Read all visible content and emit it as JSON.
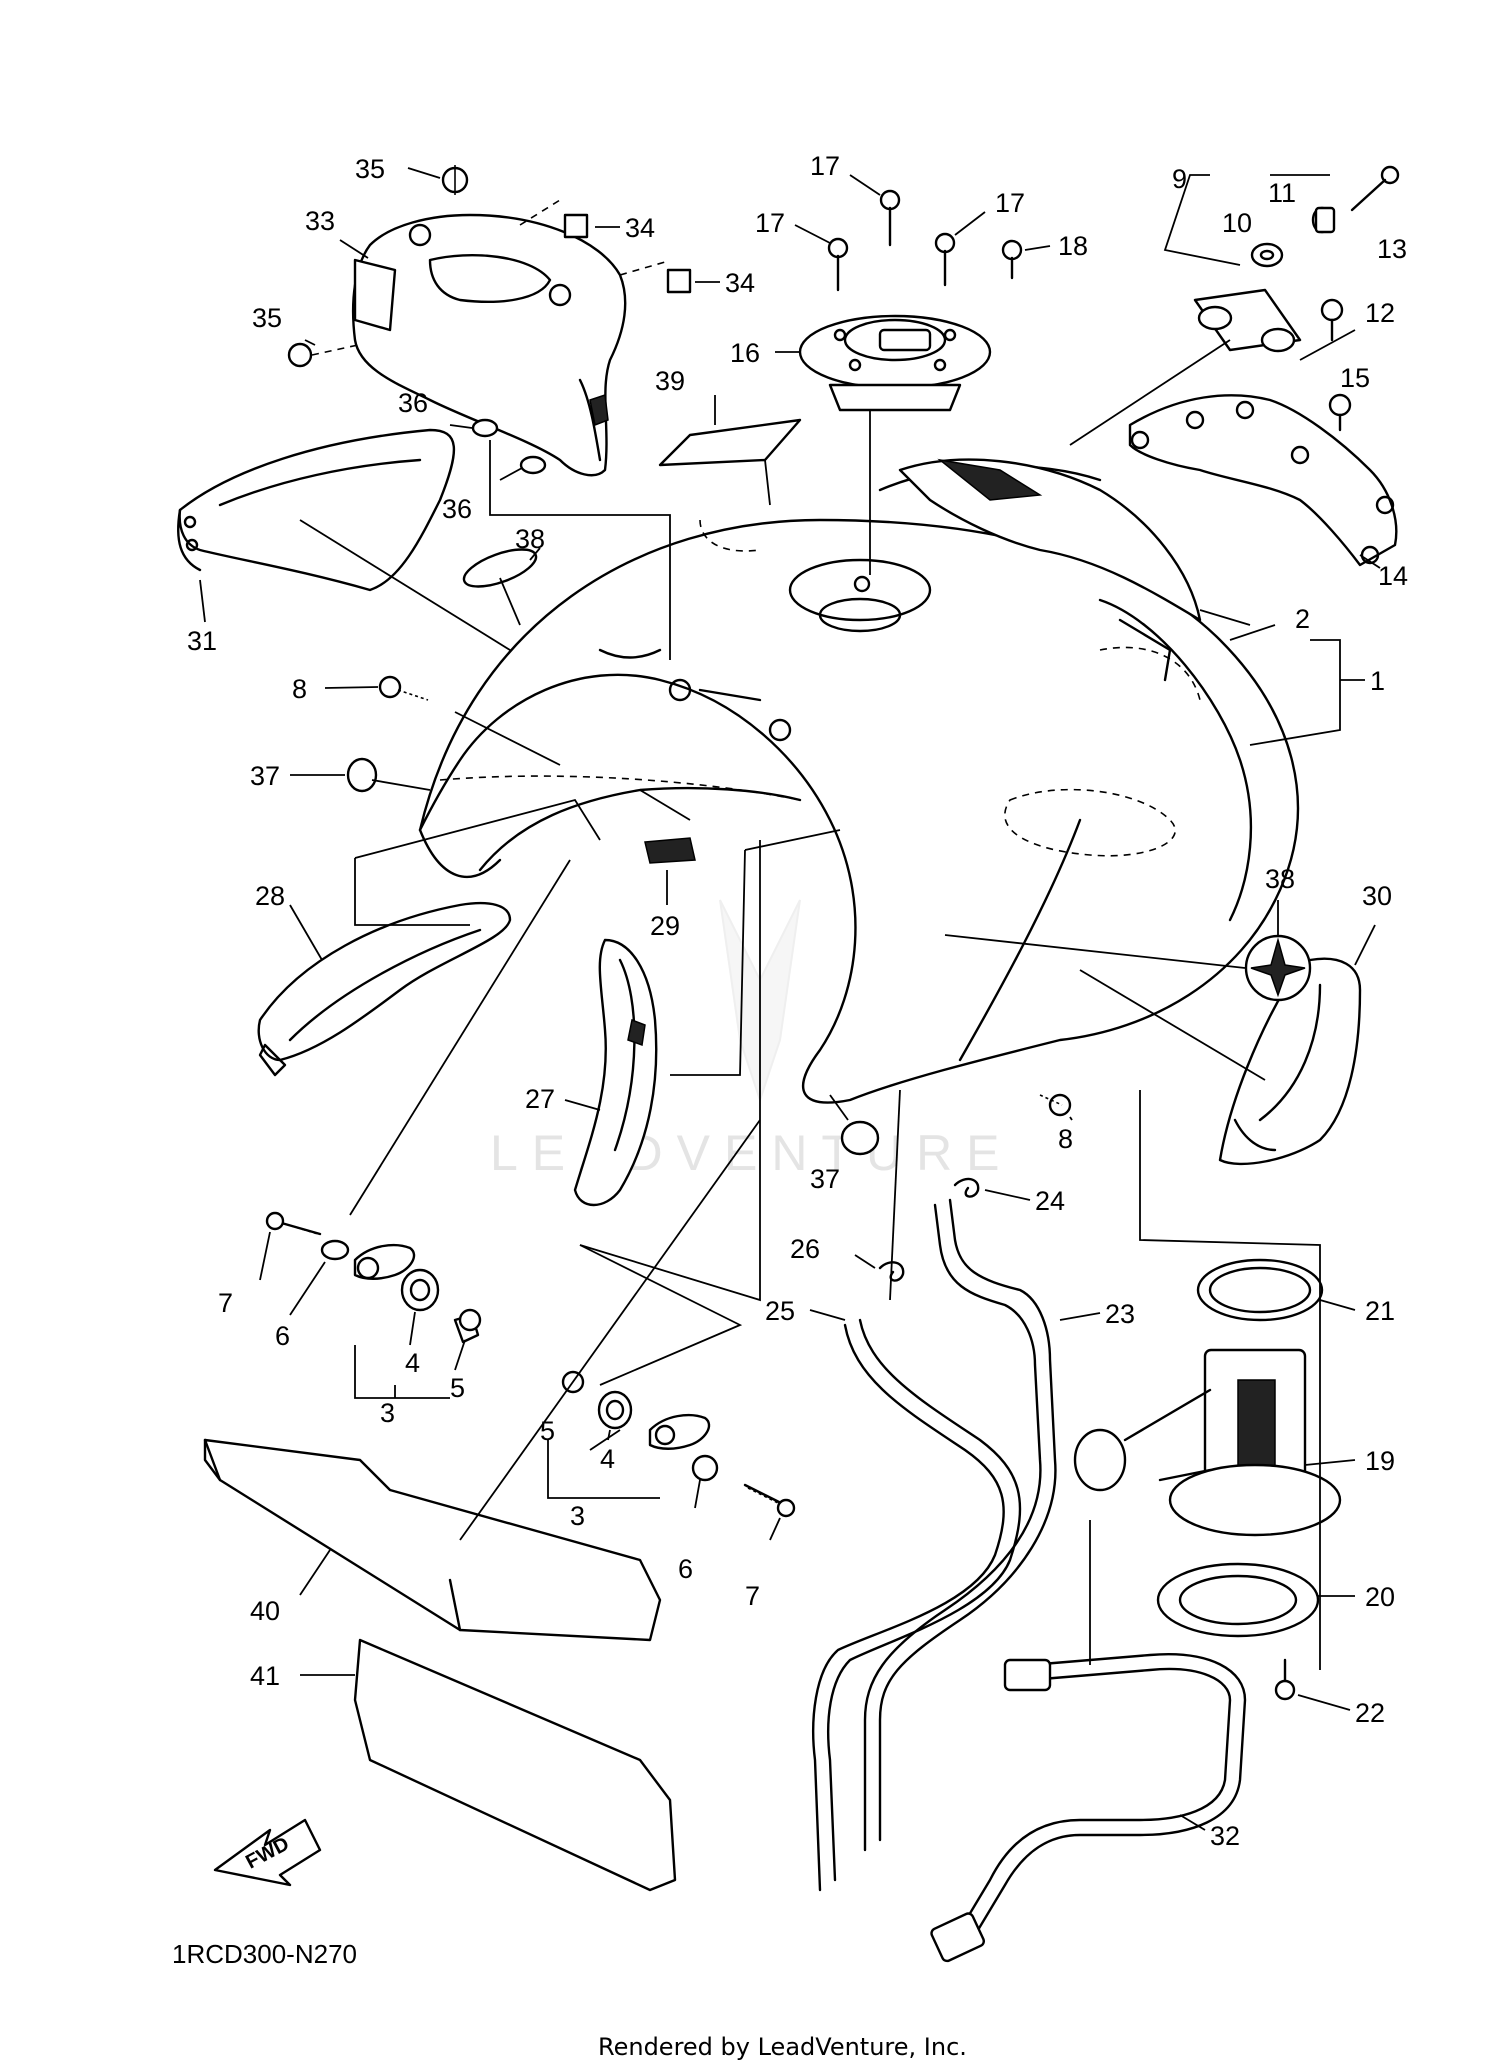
{
  "diagram": {
    "callouts": [
      {
        "id": "c1",
        "text": "1"
      },
      {
        "id": "c2",
        "text": "2"
      },
      {
        "id": "c3a",
        "text": "3"
      },
      {
        "id": "c3b",
        "text": "3"
      },
      {
        "id": "c4a",
        "text": "4"
      },
      {
        "id": "c4b",
        "text": "4"
      },
      {
        "id": "c5a",
        "text": "5"
      },
      {
        "id": "c5b",
        "text": "5"
      },
      {
        "id": "c6a",
        "text": "6"
      },
      {
        "id": "c6b",
        "text": "6"
      },
      {
        "id": "c7a",
        "text": "7"
      },
      {
        "id": "c7b",
        "text": "7"
      },
      {
        "id": "c8a",
        "text": "8"
      },
      {
        "id": "c8b",
        "text": "8"
      },
      {
        "id": "c9",
        "text": "9"
      },
      {
        "id": "c10",
        "text": "10"
      },
      {
        "id": "c11",
        "text": "11"
      },
      {
        "id": "c12",
        "text": "12"
      },
      {
        "id": "c13",
        "text": "13"
      },
      {
        "id": "c14",
        "text": "14"
      },
      {
        "id": "c15",
        "text": "15"
      },
      {
        "id": "c16",
        "text": "16"
      },
      {
        "id": "c17a",
        "text": "17"
      },
      {
        "id": "c17b",
        "text": "17"
      },
      {
        "id": "c17c",
        "text": "17"
      },
      {
        "id": "c18",
        "text": "18"
      },
      {
        "id": "c19",
        "text": "19"
      },
      {
        "id": "c20",
        "text": "20"
      },
      {
        "id": "c21",
        "text": "21"
      },
      {
        "id": "c22",
        "text": "22"
      },
      {
        "id": "c23",
        "text": "23"
      },
      {
        "id": "c24",
        "text": "24"
      },
      {
        "id": "c25",
        "text": "25"
      },
      {
        "id": "c26",
        "text": "26"
      },
      {
        "id": "c27",
        "text": "27"
      },
      {
        "id": "c28",
        "text": "28"
      },
      {
        "id": "c29",
        "text": "29"
      },
      {
        "id": "c30",
        "text": "30"
      },
      {
        "id": "c31",
        "text": "31"
      },
      {
        "id": "c32",
        "text": "32"
      },
      {
        "id": "c33",
        "text": "33"
      },
      {
        "id": "c34a",
        "text": "34"
      },
      {
        "id": "c34b",
        "text": "34"
      },
      {
        "id": "c35a",
        "text": "35"
      },
      {
        "id": "c35b",
        "text": "35"
      },
      {
        "id": "c36a",
        "text": "36"
      },
      {
        "id": "c36b",
        "text": "36"
      },
      {
        "id": "c37a",
        "text": "37"
      },
      {
        "id": "c37b",
        "text": "37"
      },
      {
        "id": "c38a",
        "text": "38"
      },
      {
        "id": "c38b",
        "text": "38"
      },
      {
        "id": "c39",
        "text": "39"
      },
      {
        "id": "c40",
        "text": "40"
      },
      {
        "id": "c41",
        "text": "41"
      }
    ],
    "fwd_label": "FWD",
    "diagram_code": "1RCD300-N270",
    "watermark": "LEADVENTURE",
    "credit": "Rendered by LeadVenture, Inc."
  }
}
